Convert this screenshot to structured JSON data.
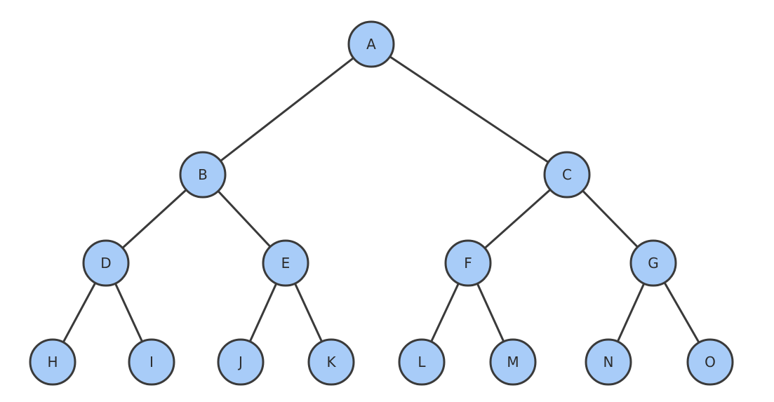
{
  "tree": {
    "nodes": [
      {
        "id": "A",
        "label": "A"
      },
      {
        "id": "B",
        "label": "B"
      },
      {
        "id": "C",
        "label": "C"
      },
      {
        "id": "D",
        "label": "D"
      },
      {
        "id": "E",
        "label": "E"
      },
      {
        "id": "F",
        "label": "F"
      },
      {
        "id": "G",
        "label": "G"
      },
      {
        "id": "H",
        "label": "H"
      },
      {
        "id": "I",
        "label": "I"
      },
      {
        "id": "J",
        "label": "J"
      },
      {
        "id": "K",
        "label": "K"
      },
      {
        "id": "L",
        "label": "L"
      },
      {
        "id": "M",
        "label": "M"
      },
      {
        "id": "N",
        "label": "N"
      },
      {
        "id": "O",
        "label": "O"
      }
    ],
    "edges": [
      [
        "A",
        "B"
      ],
      [
        "A",
        "C"
      ],
      [
        "B",
        "D"
      ],
      [
        "B",
        "E"
      ],
      [
        "C",
        "F"
      ],
      [
        "C",
        "G"
      ],
      [
        "D",
        "H"
      ],
      [
        "D",
        "I"
      ],
      [
        "E",
        "J"
      ],
      [
        "E",
        "K"
      ],
      [
        "F",
        "L"
      ],
      [
        "F",
        "M"
      ],
      [
        "G",
        "N"
      ],
      [
        "G",
        "O"
      ]
    ],
    "colors": {
      "node_fill": "#a8ccf8",
      "stroke": "#3a3a3a",
      "text": "#2b2b2b"
    }
  }
}
